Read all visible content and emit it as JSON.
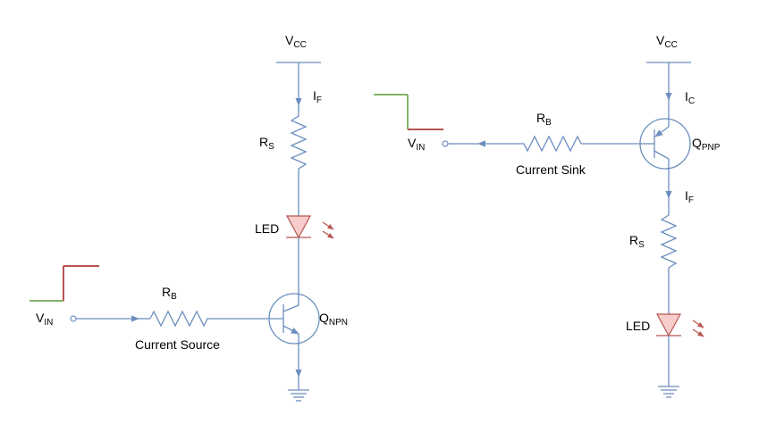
{
  "colors": {
    "wire": "#6c8ebf",
    "led_fill": "#f8cecc",
    "led_stroke": "#b85450",
    "signal_low": "#82b366",
    "signal_high": "#b85450"
  },
  "npn_circuit": {
    "vcc": {
      "main": "V",
      "sub": "CC"
    },
    "forward_current": {
      "main": "I",
      "sub": "F"
    },
    "series_resistor": {
      "main": "R",
      "sub": "S"
    },
    "led_label": "LED",
    "base_resistor": {
      "main": "R",
      "sub": "B"
    },
    "input": {
      "main": "V",
      "sub": "IN"
    },
    "caption": "Current Source",
    "transistor": {
      "main": "Q",
      "sub": "NPN"
    }
  },
  "pnp_circuit": {
    "vcc": {
      "main": "V",
      "sub": "CC"
    },
    "collector_current": {
      "main": "I",
      "sub": "C"
    },
    "base_resistor": {
      "main": "R",
      "sub": "B"
    },
    "input": {
      "main": "V",
      "sub": "IN"
    },
    "caption": "Current Sink",
    "transistor": {
      "main": "Q",
      "sub": "PNP"
    },
    "forward_current": {
      "main": "I",
      "sub": "F"
    },
    "series_resistor": {
      "main": "R",
      "sub": "S"
    },
    "led_label": "LED"
  }
}
